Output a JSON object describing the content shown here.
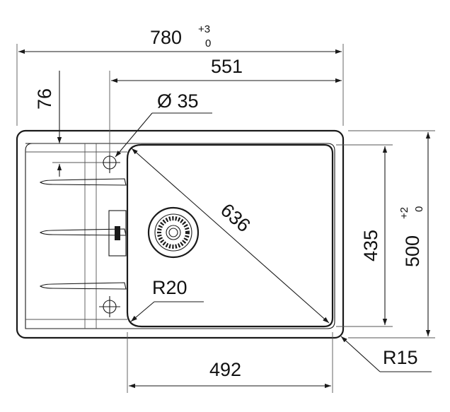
{
  "dimensions": {
    "overall_width": {
      "value": "780",
      "tol_upper": "+3",
      "tol_lower": "0"
    },
    "edge_to_tap": {
      "value": "551"
    },
    "tap_offset": {
      "value": "76"
    },
    "tap_hole": {
      "value": "Ø 35"
    },
    "bowl_diagonal": {
      "value": "636"
    },
    "bowl_depth": {
      "value": "435"
    },
    "overall_depth": {
      "value": "500",
      "tol_upper": "+2",
      "tol_lower": "0"
    },
    "inner_radius": {
      "value": "R20"
    },
    "outer_radius": {
      "value": "R15"
    },
    "bowl_width": {
      "value": "492"
    }
  },
  "colors": {
    "line": "#1a1a1a",
    "background": "#ffffff"
  },
  "icons": [
    "tap-hole-icon",
    "drain-strainer-icon",
    "overflow-slot-icon"
  ]
}
